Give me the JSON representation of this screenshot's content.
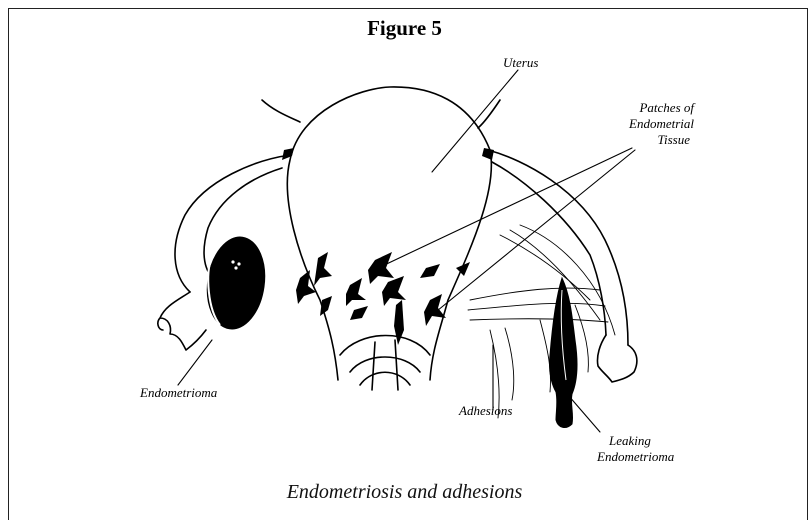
{
  "figure": {
    "title": "Figure 5",
    "caption": "Endometriosis and adhesions"
  },
  "labels": {
    "uterus": "Uterus",
    "patches_line1": "Patches of",
    "patches_line2": "Endometrial",
    "patches_line3": "Tissue",
    "endometrioma": "Endometrioma",
    "adhesions": "Adhesions",
    "leaking_line1": "Leaking",
    "leaking_line2": "Endometrioma"
  },
  "colors": {
    "ink": "#000000",
    "paper": "#ffffff"
  }
}
